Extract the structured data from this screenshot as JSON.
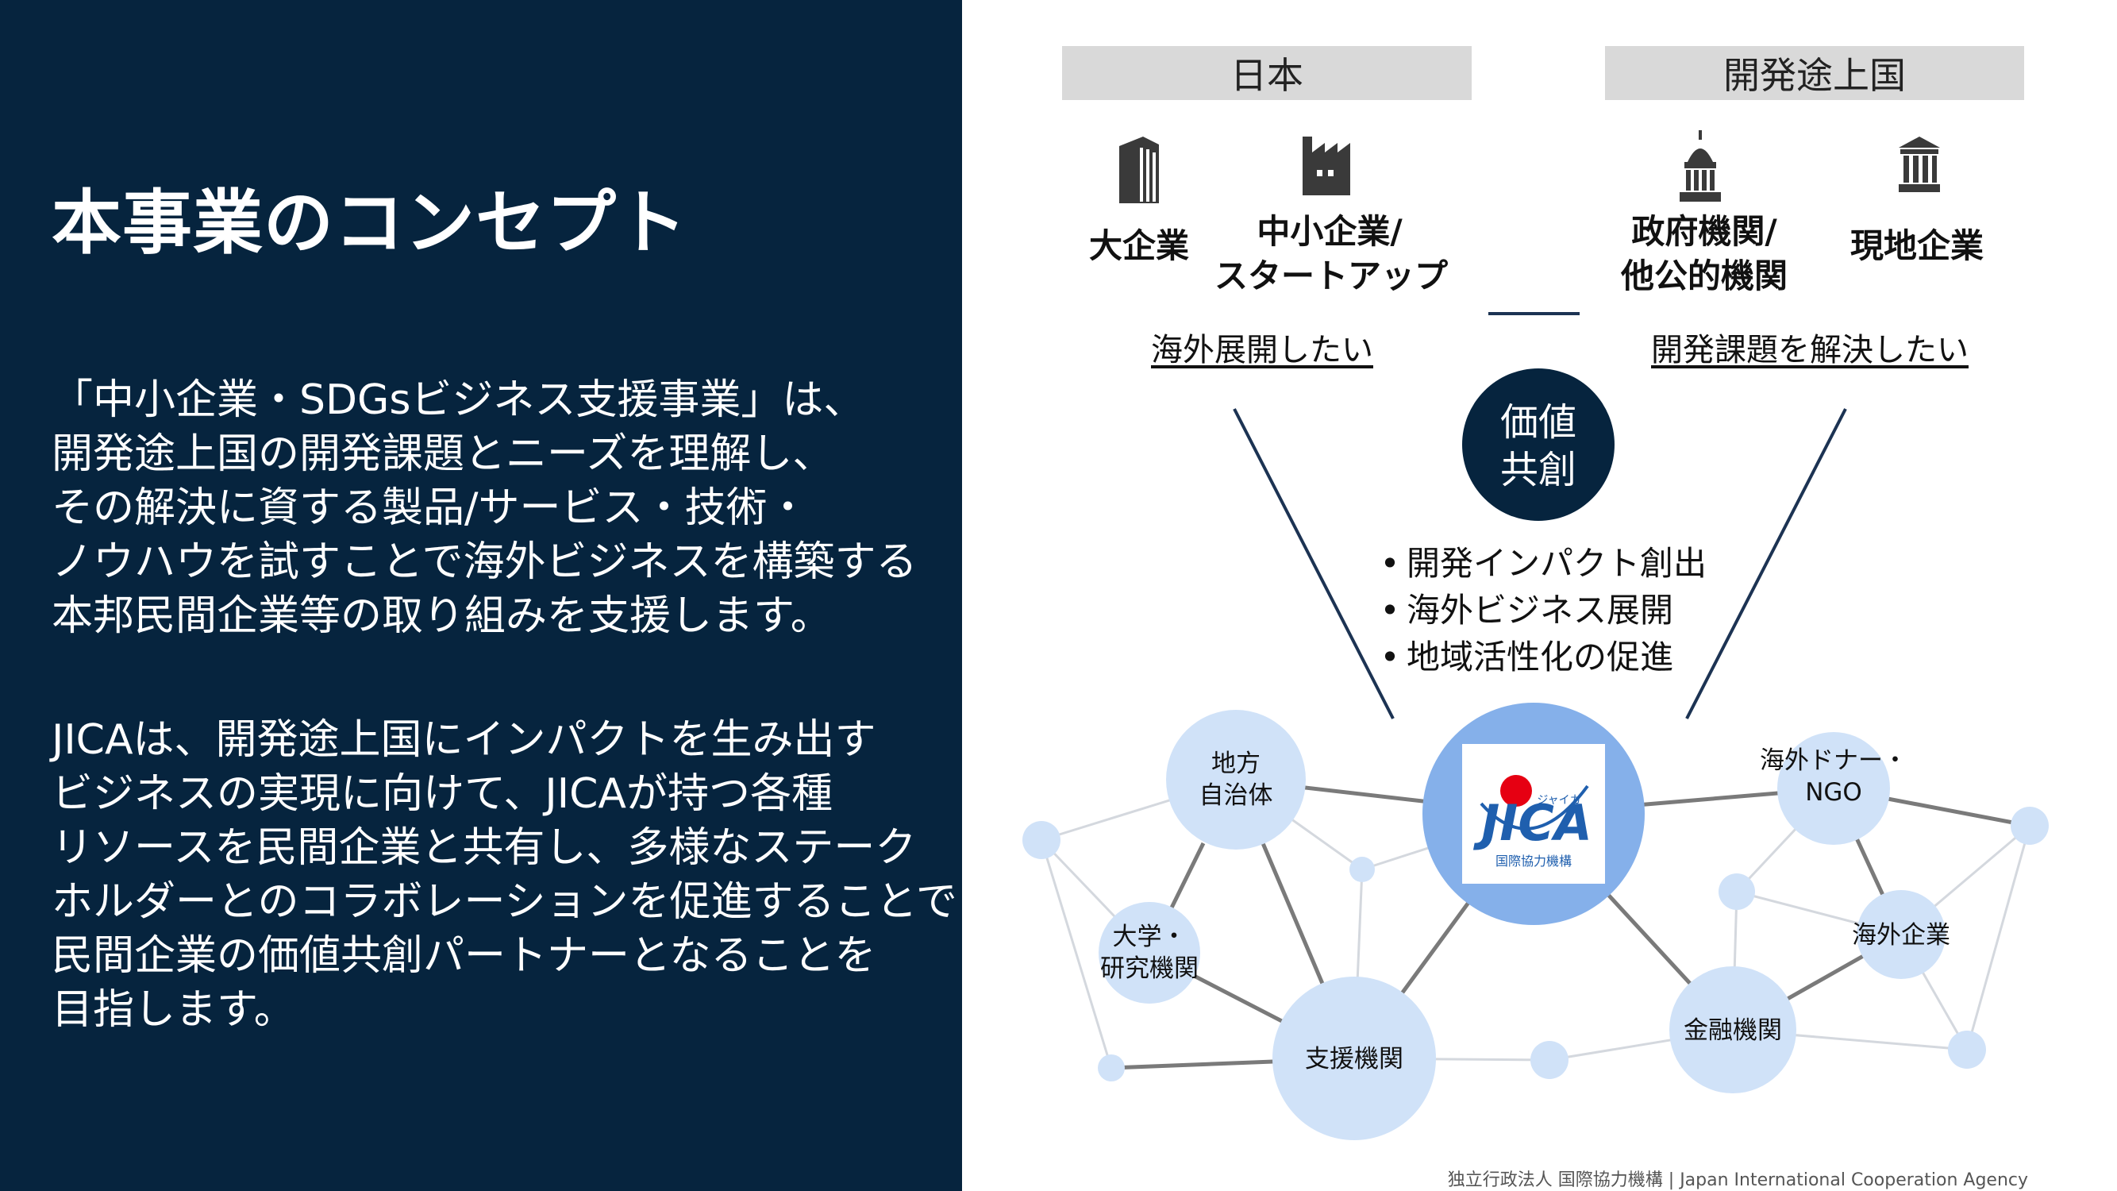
{
  "left_panel": {
    "title": "本事業のコンセプト",
    "paragraph1": [
      "「中小企業・SDGsビジネス支援事業」は、",
      "開発途上国の開発課題とニーズを理解し、",
      "その解決に資する製品/サービス・技術・",
      "ノウハウを試すことで海外ビジネスを構築する",
      "本邦民間企業等の取り組みを支援します。"
    ],
    "paragraph2": [
      "JICAは、開発途上国にインパクトを生み出す",
      "ビジネスの実現に向けて、JICAが持つ各種",
      "リソースを民間企業と共有し、多様なステーク",
      "ホルダーとのコラボレーションを促進することで",
      "民間企業の価値共創パートナーとなることを",
      "目指します。"
    ]
  },
  "diagram": {
    "japan": {
      "header": "日本",
      "actors": [
        {
          "icon": "building-icon",
          "label": [
            "大企業"
          ]
        },
        {
          "icon": "factory-icon",
          "label": [
            "中小企業/",
            "スタートアップ"
          ]
        }
      ],
      "aim": "海外展開したい"
    },
    "developing": {
      "header": "開発途上国",
      "actors": [
        {
          "icon": "capitol-icon",
          "label": [
            "政府機関/",
            "他公的機関"
          ]
        },
        {
          "icon": "bank-icon",
          "label": [
            "現地企業"
          ]
        }
      ],
      "aim": "開発課題を解決したい"
    },
    "value_circle": [
      "価値",
      "共創"
    ],
    "outcomes": [
      "開発インパクト創出",
      "海外ビジネス展開",
      "地域活性化の促進"
    ],
    "network": {
      "nodes": [
        {
          "id": "local-gov",
          "label": [
            "地方",
            "自治体"
          ]
        },
        {
          "id": "university",
          "label": [
            "大学・",
            "研究機関"
          ]
        },
        {
          "id": "support-org",
          "label": [
            "支援機関"
          ]
        },
        {
          "id": "donor-ngo",
          "label": [
            "海外ドナー・",
            "NGO"
          ]
        },
        {
          "id": "overseas-company",
          "label": [
            "海外企業"
          ]
        },
        {
          "id": "financial",
          "label": [
            "金融機関"
          ]
        }
      ],
      "center_logo": {
        "wordmark": "JICA",
        "kana": "ジャイカ",
        "caption": "国際協力機構"
      }
    }
  },
  "colors": {
    "navy": "#06243e",
    "node_fill": "#d0e2f8",
    "jica_circle": "#85b0ea",
    "jica_blue": "#1f5fae",
    "jica_red": "#e60012"
  },
  "footer": "独立行政法人 国際協力機構 | Japan International Cooperation Agency"
}
